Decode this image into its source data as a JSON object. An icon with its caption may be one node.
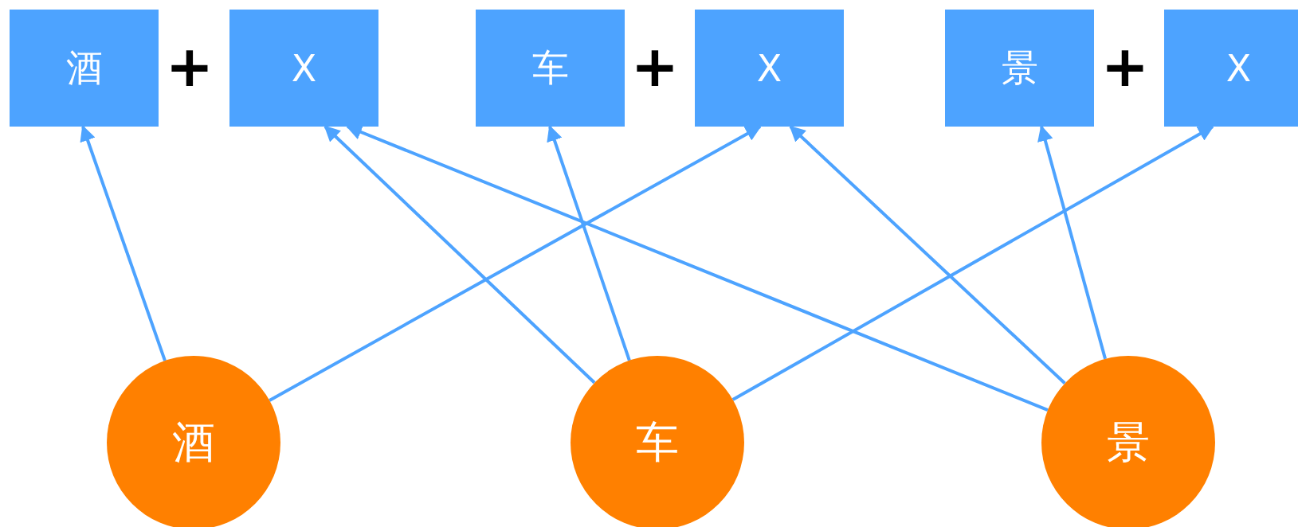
{
  "diagram": {
    "nodes": [
      {
        "text": [
          "酒"
        ]
      },
      {
        "text": [
          "X"
        ]
      },
      {
        "text": [
          "车"
        ]
      },
      {
        "text": [
          "X"
        ]
      },
      {
        "text": [
          "景"
        ]
      },
      {
        "text": [
          "X"
        ]
      },
      {
        "text": [
          "酒"
        ]
      },
      {
        "text": [
          "车"
        ]
      },
      {
        "text": [
          "景"
        ]
      }
    ],
    "edges": [
      {
        "from": 6,
        "to": 0,
        "arrow": "to"
      },
      {
        "from": 6,
        "to": 3,
        "arrow": "to"
      },
      {
        "from": 7,
        "to": 1,
        "arrow": "to"
      },
      {
        "from": 7,
        "to": 2,
        "arrow": "to"
      },
      {
        "from": 7,
        "to": 5,
        "arrow": "to"
      },
      {
        "from": 8,
        "to": 1,
        "arrow": "to"
      },
      {
        "from": 8,
        "to": 3,
        "arrow": "to"
      },
      {
        "from": 8,
        "to": 4,
        "arrow": "to"
      }
    ],
    "labels": [
      "+",
      "+",
      "+"
    ]
  }
}
